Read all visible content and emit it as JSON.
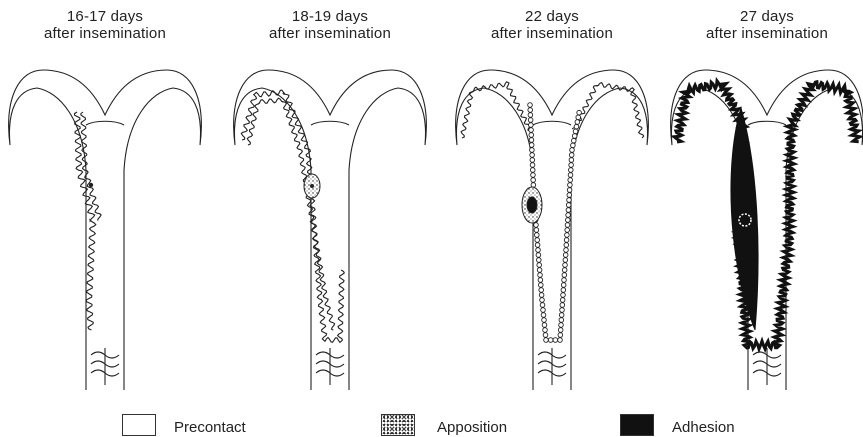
{
  "panels": [
    {
      "line1": "16-17 days",
      "line2": "after insemination"
    },
    {
      "line1": "18-19 days",
      "line2": "after insemination"
    },
    {
      "line1": "22 days",
      "line2": "after insemination"
    },
    {
      "line1": "27 days",
      "line2": "after insemination"
    }
  ],
  "legend": [
    {
      "label": "Precontact",
      "pattern": "blank"
    },
    {
      "label": "Apposition",
      "pattern": "stippled"
    },
    {
      "label": "Adhesion",
      "pattern": "solid"
    }
  ],
  "colors": {
    "line": "#222222",
    "adhesion": "#111111",
    "background": "#ffffff"
  }
}
